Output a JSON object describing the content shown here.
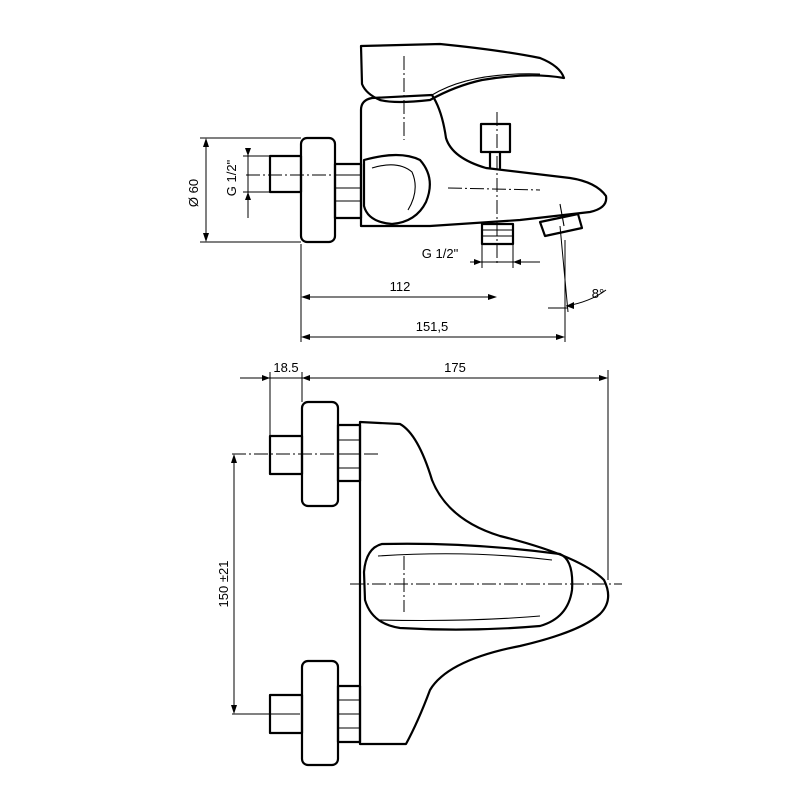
{
  "drawing": {
    "dimensions": {
      "diameter": "Ø 60",
      "inlet_thread": "G 1/2\"",
      "outlet_thread": "G 1/2\"",
      "length_112": "112",
      "length_151_5": "151,5",
      "angle": "8°",
      "width_18_5": "18.5",
      "width_175": "175",
      "center_distance": "150 ±21"
    }
  }
}
